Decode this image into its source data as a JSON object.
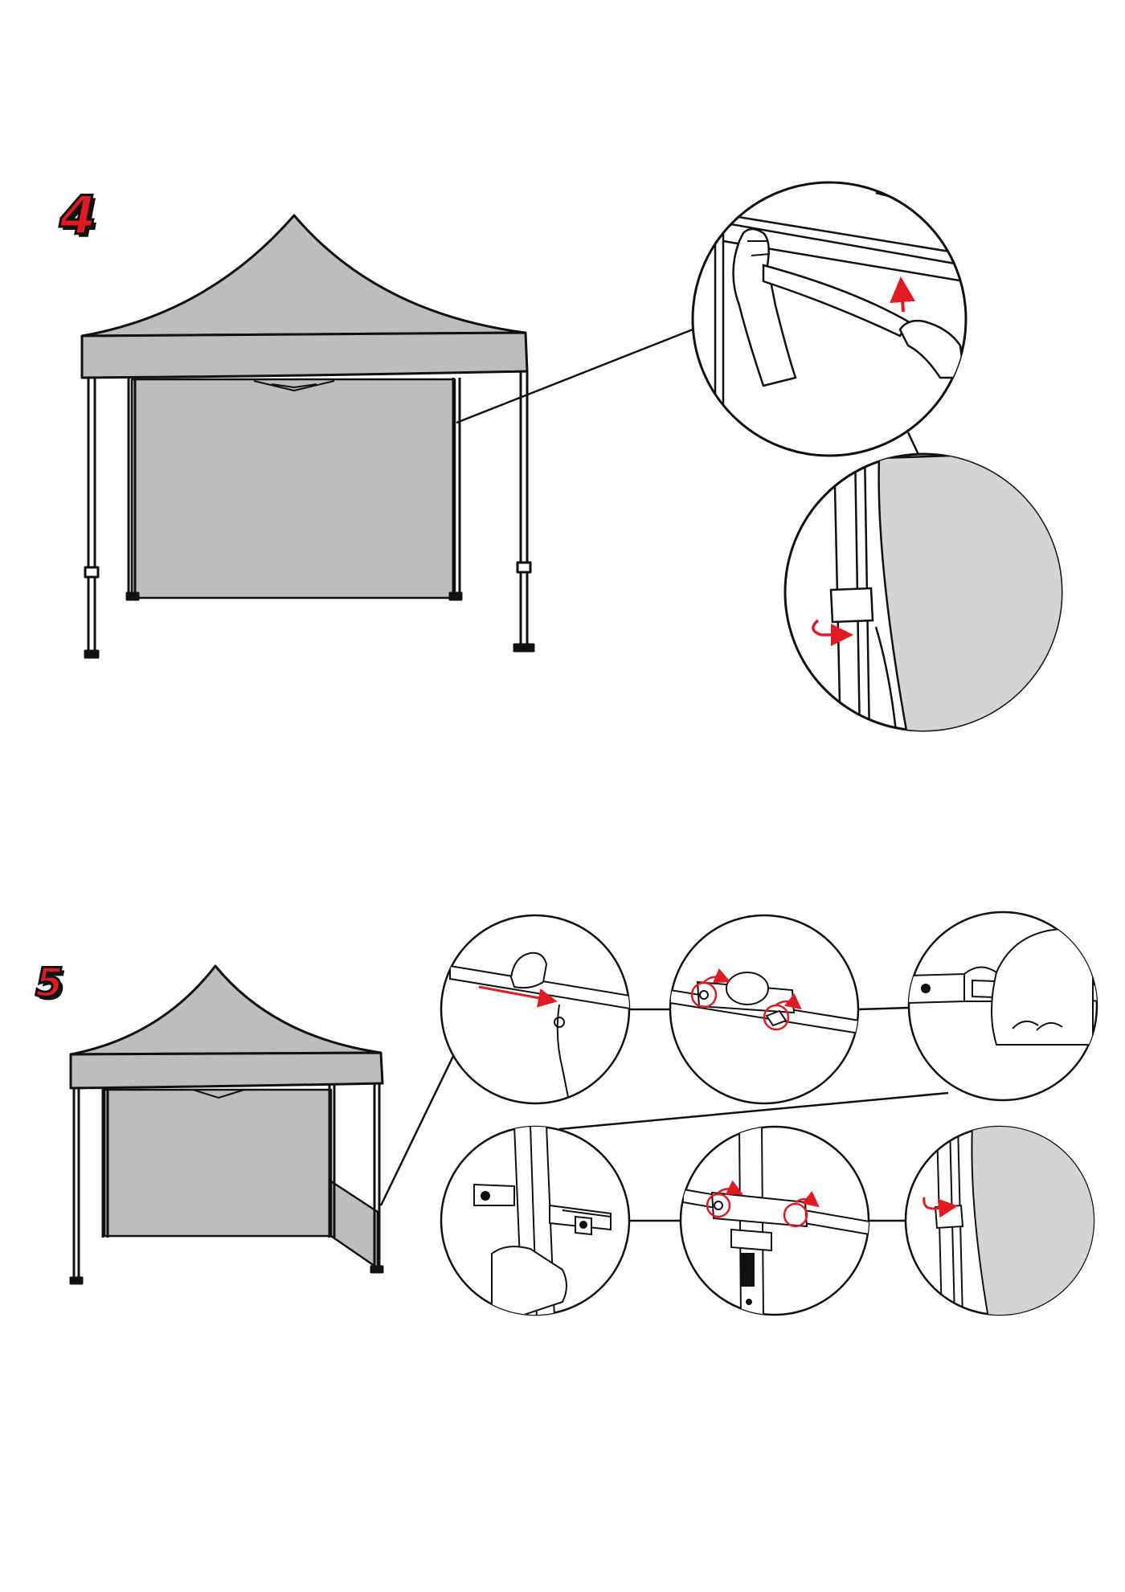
{
  "steps": [
    {
      "number": "4"
    },
    {
      "number": "5"
    }
  ],
  "colors": {
    "canopy_fill": "#bdbdbd",
    "wall_fill": "#bdbdbd",
    "detail_fill": "#d4d4d4",
    "accent_arrow": "#e21b23",
    "line": "#111111",
    "background": "#ffffff"
  },
  "icons": [
    "tent-illustration",
    "arrow-up-icon",
    "rotate-arrow-icon",
    "slide-arrow-icon",
    "hand-icon",
    "clamp-icon",
    "velcro-strap-icon"
  ]
}
